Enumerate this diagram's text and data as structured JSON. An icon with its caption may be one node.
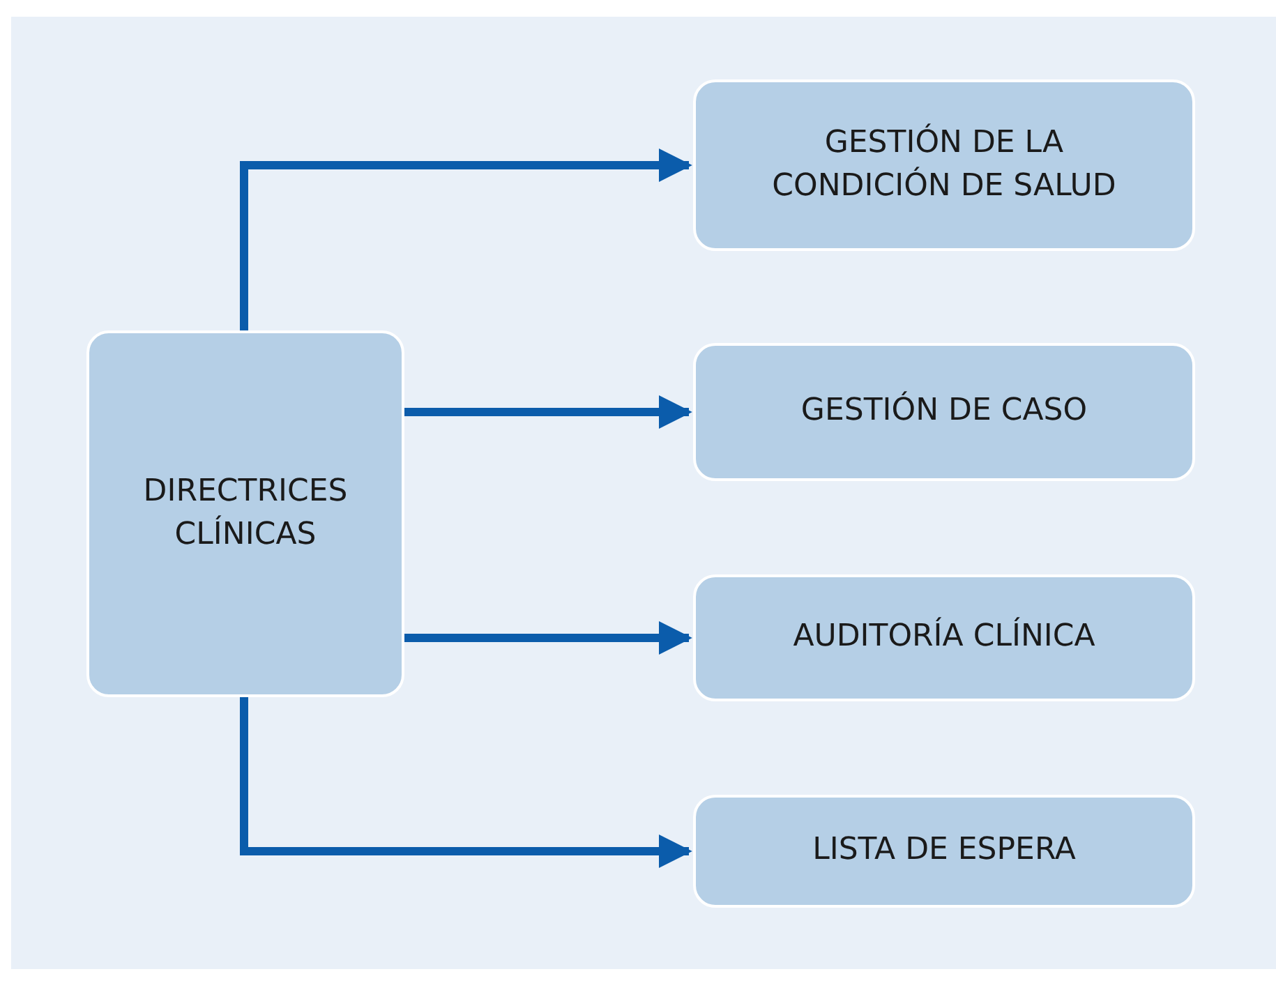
{
  "diagram": {
    "nodes": [
      {
        "text": [
          "DIRECTRICES CLÍNICAS"
        ]
      },
      {
        "text": [
          "GESTIÓN DE LA CONDICIÓN DE SALUD"
        ]
      },
      {
        "text": [
          "GESTIÓN DE CASO"
        ]
      },
      {
        "text": [
          "AUDITORÍA CLÍNICA"
        ]
      },
      {
        "text": [
          "LISTA DE ESPERA"
        ]
      }
    ],
    "edges": [
      {
        "from": 0,
        "to": 1,
        "arrow": "to"
      },
      {
        "from": 0,
        "to": 2,
        "arrow": "to"
      },
      {
        "from": 0,
        "to": 3,
        "arrow": "to"
      },
      {
        "from": 0,
        "to": 4,
        "arrow": "to"
      }
    ]
  }
}
